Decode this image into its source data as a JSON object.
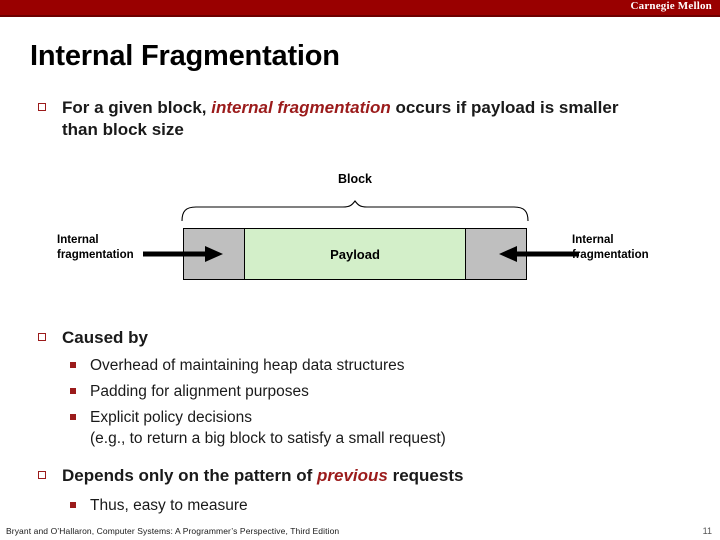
{
  "banner": {
    "institution": "Carnegie Mellon",
    "color": "#990000"
  },
  "slide": {
    "title": "Internal Fragmentation",
    "page_number": "11",
    "footer": "Bryant and O’Hallaron, Computer Systems: A Programmer’s Perspective, Third  Edition"
  },
  "bullets": {
    "b1": {
      "pre": "For a given block, ",
      "emphasis": "internal fragmentation",
      "post": " occurs if payload is smaller than block size"
    },
    "b2": {
      "text": "Caused by",
      "sub": [
        "Overhead of maintaining heap data structures",
        "Padding for alignment purposes",
        "Explicit policy decisions\n(e.g., to return a big block to satisfy a small request)"
      ]
    },
    "b3": {
      "pre": "Depends only on the pattern of ",
      "emphasis": "previous",
      "post": " requests",
      "sub": [
        "Thus, easy to measure"
      ]
    }
  },
  "diagram": {
    "brace_label": "Block",
    "payload_label": "Payload",
    "left_label_line1": "Internal",
    "left_label_line2": "fragmentation",
    "right_label_line1": "Internal",
    "right_label_line2": "fragmentation",
    "colors": {
      "gray_segment": "#bfbfbf",
      "green_payload": "#d3efc9",
      "outline": "#000000"
    }
  }
}
